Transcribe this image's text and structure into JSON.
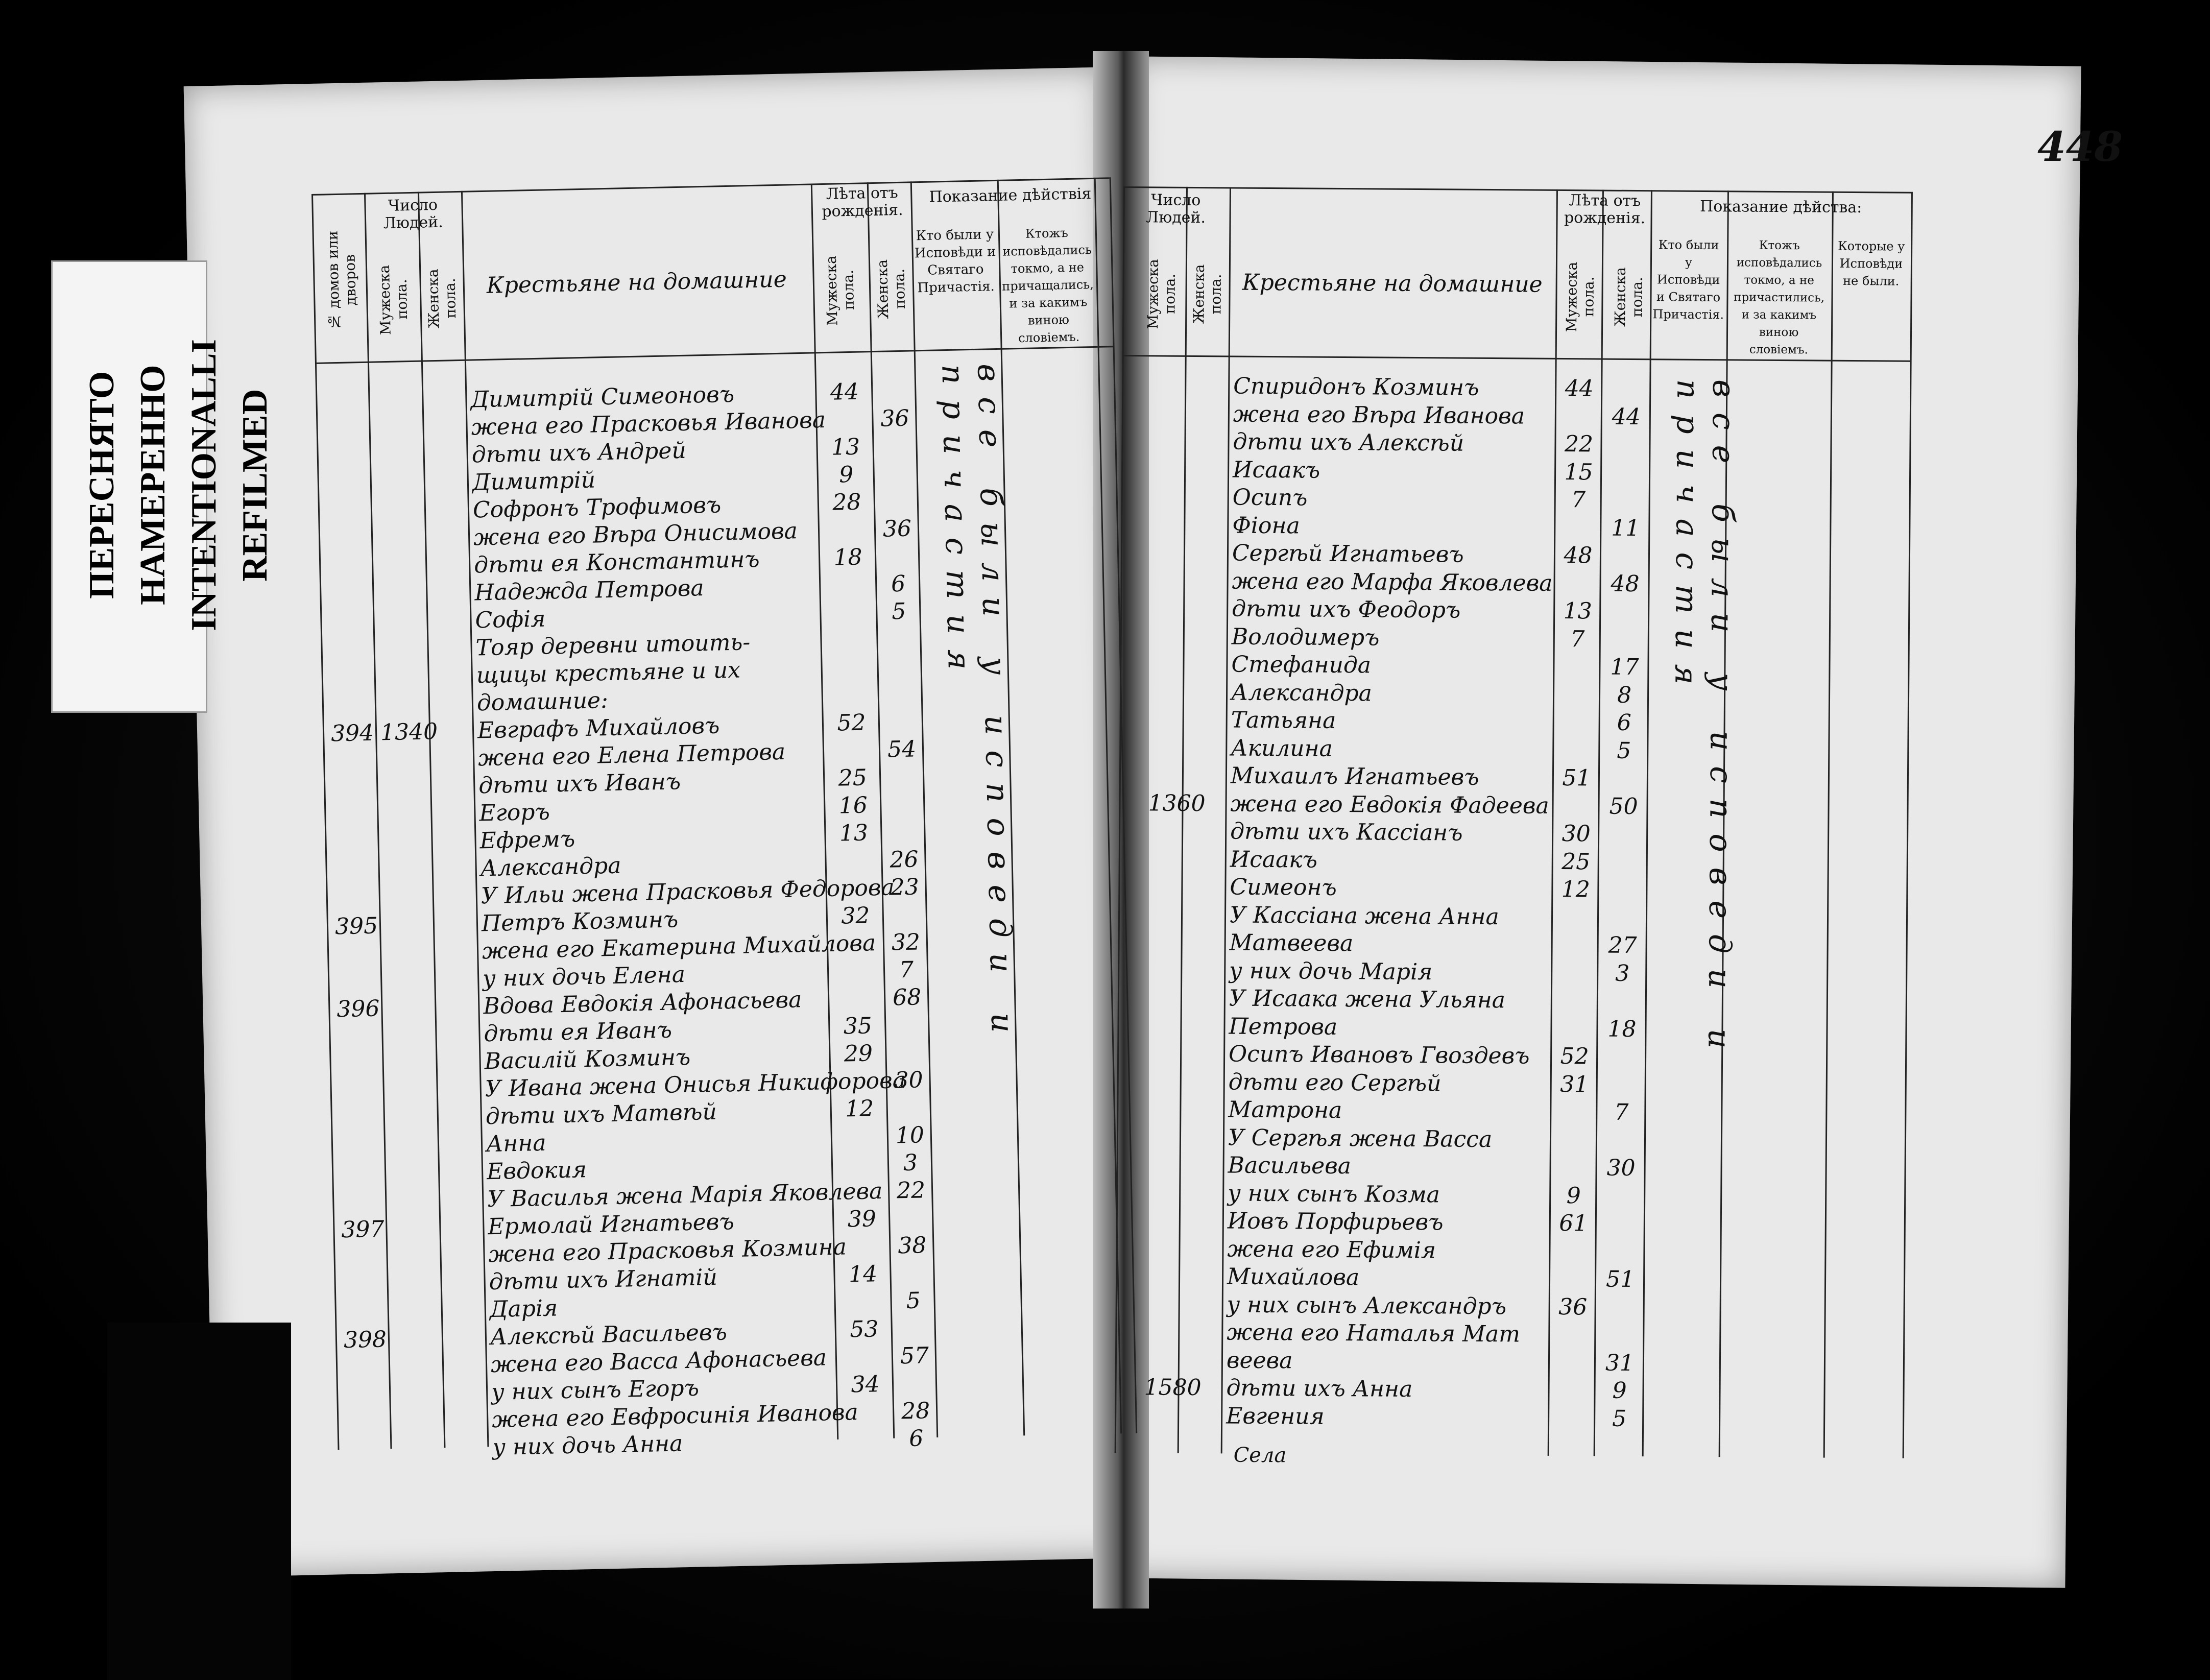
{
  "label": {
    "line1": "ПЕРЕСНЯТО НАМЕРЕННО",
    "line2": "INTENTIONALLI REFILMED"
  },
  "folio": "448",
  "headers": {
    "left": {
      "dvorov": "№ домов или дворов",
      "chislo": "Число",
      "lyudei": "Людей.",
      "muzh": "Мужеска пола.",
      "zhen": "Женска пола.",
      "title": "Крестьяне на домашние",
      "leta": "Лѣта отъ рожденія.",
      "leta_muzh": "Мужеска пола.",
      "leta_zhen": "Женска пола.",
      "pokazanie": "Показание дѣйствія",
      "kto_byli": "Кто были у Исповѣди и Святаго Причастія.",
      "ktozh": "Ктожъ исповѣдались токмо, а не причащались, и за какимъ виною словіемъ."
    },
    "right": {
      "chislo": "Число",
      "lyudei": "Людей.",
      "muzh": "Мужеска пола.",
      "zhen": "Женска пола.",
      "title": "Крестьяне на домашние",
      "leta": "Лѣта отъ рожденія.",
      "leta_muzh": "Мужеска пола.",
      "leta_zhen": "Женска пола.",
      "pokazanie": "Показание дѣйства:",
      "kto_byli": "Кто были у Исповѣди и Святаго Причастія.",
      "ktozh": "Ктожъ исповѣдались токмо, а не причастились, и за какимъ виною словіемъ.",
      "kotorye": "Которые у Исповѣди не были."
    }
  },
  "left_rows": [
    {
      "no": "",
      "dvor": "",
      "name": "Димитрій Симеоновъ",
      "m": "44",
      "f": ""
    },
    {
      "no": "",
      "dvor": "",
      "name": "жена его Прасковья Иванова",
      "m": "",
      "f": "36"
    },
    {
      "no": "",
      "dvor": "",
      "name": "дѣти ихъ Андрей",
      "m": "13",
      "f": ""
    },
    {
      "no": "",
      "dvor": "",
      "name": "Димитрій",
      "m": "9",
      "f": ""
    },
    {
      "no": "",
      "dvor": "",
      "name": "Софронъ Трофимовъ",
      "m": "28",
      "f": ""
    },
    {
      "no": "",
      "dvor": "",
      "name": "жена его Вѣра Онисимова",
      "m": "",
      "f": "36"
    },
    {
      "no": "",
      "dvor": "",
      "name": "дѣти ея Константинъ",
      "m": "18",
      "f": ""
    },
    {
      "no": "",
      "dvor": "",
      "name": "Надежда Петрова",
      "m": "",
      "f": "6"
    },
    {
      "no": "",
      "dvor": "",
      "name": "Софія",
      "m": "",
      "f": "5"
    },
    {
      "no": "",
      "dvor": "",
      "name": "Тояр деревни итоить-",
      "m": "",
      "f": ""
    },
    {
      "no": "",
      "dvor": "",
      "name": "щицы крестьяне и их",
      "m": "",
      "f": ""
    },
    {
      "no": "",
      "dvor": "",
      "name": "домашние:",
      "m": "",
      "f": ""
    },
    {
      "no": "394",
      "dvor": "1340",
      "name": "Евграфъ Михайловъ",
      "m": "52",
      "f": ""
    },
    {
      "no": "",
      "dvor": "",
      "name": "жена его Елена Петрова",
      "m": "",
      "f": "54"
    },
    {
      "no": "",
      "dvor": "",
      "name": "дѣти ихъ Иванъ",
      "m": "25",
      "f": ""
    },
    {
      "no": "",
      "dvor": "",
      "name": "Егоръ",
      "m": "16",
      "f": ""
    },
    {
      "no": "",
      "dvor": "",
      "name": "Ефремъ",
      "m": "13",
      "f": ""
    },
    {
      "no": "",
      "dvor": "",
      "name": "Александра",
      "m": "",
      "f": "26"
    },
    {
      "no": "",
      "dvor": "",
      "name": "У Ильи жена Прасковья Федорова",
      "m": "",
      "f": "23"
    },
    {
      "no": "395",
      "dvor": "",
      "name": "Петръ Козминъ",
      "m": "32",
      "f": ""
    },
    {
      "no": "",
      "dvor": "",
      "name": "жена его Екатерина Михайлова",
      "m": "",
      "f": "32"
    },
    {
      "no": "",
      "dvor": "",
      "name": "у них дочь Елена",
      "m": "",
      "f": "7"
    },
    {
      "no": "396",
      "dvor": "",
      "name": "Вдова Евдокія Афонасьева",
      "m": "",
      "f": "68"
    },
    {
      "no": "",
      "dvor": "",
      "name": "дѣти ея Иванъ",
      "m": "35",
      "f": ""
    },
    {
      "no": "",
      "dvor": "",
      "name": "Василій Козминъ",
      "m": "29",
      "f": ""
    },
    {
      "no": "",
      "dvor": "",
      "name": "У Ивана жена Онисья Никифорова",
      "m": "",
      "f": "30"
    },
    {
      "no": "",
      "dvor": "",
      "name": "дѣти ихъ Матвѣй",
      "m": "12",
      "f": ""
    },
    {
      "no": "",
      "dvor": "",
      "name": "Анна",
      "m": "",
      "f": "10"
    },
    {
      "no": "",
      "dvor": "",
      "name": "Евдокия",
      "m": "",
      "f": "3"
    },
    {
      "no": "",
      "dvor": "",
      "name": "У Василья жена Марія Яковлева",
      "m": "",
      "f": "22"
    },
    {
      "no": "397",
      "dvor": "",
      "name": "Ермолай Игнатьевъ",
      "m": "39",
      "f": ""
    },
    {
      "no": "",
      "dvor": "",
      "name": "жена его Прасковья Козмина",
      "m": "",
      "f": "38"
    },
    {
      "no": "",
      "dvor": "",
      "name": "дѣти ихъ Игнатій",
      "m": "14",
      "f": ""
    },
    {
      "no": "",
      "dvor": "",
      "name": "Дарія",
      "m": "",
      "f": "5"
    },
    {
      "no": "398",
      "dvor": "",
      "name": "Алексѣй Васильевъ",
      "m": "53",
      "f": ""
    },
    {
      "no": "",
      "dvor": "",
      "name": "жена его Васса Афонасьева",
      "m": "",
      "f": "57"
    },
    {
      "no": "",
      "dvor": "",
      "name": "у них сынъ Егоръ",
      "m": "34",
      "f": ""
    },
    {
      "no": "",
      "dvor": "",
      "name": "жена его Евфросинія Иванова",
      "m": "",
      "f": "28"
    },
    {
      "no": "",
      "dvor": "",
      "name": "у них дочь Анна",
      "m": "",
      "f": "6"
    }
  ],
  "right_rows": [
    {
      "no": "",
      "name": "Спиридонъ Козминъ",
      "m": "44",
      "f": ""
    },
    {
      "no": "",
      "name": "жена его Вѣра Иванова",
      "m": "",
      "f": "44"
    },
    {
      "no": "",
      "name": "дѣти ихъ Алексѣй",
      "m": "22",
      "f": ""
    },
    {
      "no": "",
      "name": "Исаакъ",
      "m": "15",
      "f": ""
    },
    {
      "no": "",
      "name": "Осипъ",
      "m": "7",
      "f": ""
    },
    {
      "no": "",
      "name": "Фіона",
      "m": "",
      "f": "11"
    },
    {
      "no": "",
      "name": "Сергѣй Игнатьевъ",
      "m": "48",
      "f": ""
    },
    {
      "no": "",
      "name": "жена его Марфа Яковлева",
      "m": "",
      "f": "48"
    },
    {
      "no": "",
      "name": "дѣти ихъ Феодоръ",
      "m": "13",
      "f": ""
    },
    {
      "no": "",
      "name": "Володимеръ",
      "m": "7",
      "f": ""
    },
    {
      "no": "",
      "name": "Стефанида",
      "m": "",
      "f": "17"
    },
    {
      "no": "",
      "name": "Александра",
      "m": "",
      "f": "8"
    },
    {
      "no": "",
      "name": "Татьяна",
      "m": "",
      "f": "6"
    },
    {
      "no": "",
      "name": "Акилина",
      "m": "",
      "f": "5"
    },
    {
      "no": "",
      "name": "Михаилъ Игнатьевъ",
      "m": "51",
      "f": ""
    },
    {
      "no": "1360",
      "name": "жена его Евдокія Фадеева",
      "m": "",
      "f": "50"
    },
    {
      "no": "",
      "name": "дѣти ихъ Кассіанъ",
      "m": "30",
      "f": ""
    },
    {
      "no": "",
      "name": "Исаакъ",
      "m": "25",
      "f": ""
    },
    {
      "no": "",
      "name": "Симеонъ",
      "m": "12",
      "f": ""
    },
    {
      "no": "",
      "name": "У Кассіана жена Анна",
      "m": "",
      "f": ""
    },
    {
      "no": "",
      "name": "Матвеева",
      "m": "",
      "f": "27"
    },
    {
      "no": "",
      "name": "у них дочь Марія",
      "m": "",
      "f": "3"
    },
    {
      "no": "",
      "name": "У Исаака жена Ульяна",
      "m": "",
      "f": ""
    },
    {
      "no": "",
      "name": "Петрова",
      "m": "",
      "f": "18"
    },
    {
      "no": "",
      "name": "Осипъ Ивановъ Гвоздевъ",
      "m": "52",
      "f": ""
    },
    {
      "no": "",
      "name": "дѣти его Сергѣй",
      "m": "31",
      "f": ""
    },
    {
      "no": "",
      "name": "Матрона",
      "m": "",
      "f": "7"
    },
    {
      "no": "",
      "name": "У Сергѣя жена Васса",
      "m": "",
      "f": ""
    },
    {
      "no": "",
      "name": "Васильева",
      "m": "",
      "f": "30"
    },
    {
      "no": "",
      "name": "у них сынъ Козма",
      "m": "9",
      "f": ""
    },
    {
      "no": "",
      "name": "Иовъ Порфирьевъ",
      "m": "61",
      "f": ""
    },
    {
      "no": "",
      "name": "жена его Ефимія",
      "m": "",
      "f": ""
    },
    {
      "no": "",
      "name": "Михайлова",
      "m": "",
      "f": "51"
    },
    {
      "no": "",
      "name": "у них сынъ Александръ",
      "m": "36",
      "f": ""
    },
    {
      "no": "",
      "name": "жена его Наталья Мат",
      "m": "",
      "f": ""
    },
    {
      "no": "",
      "name": "веева",
      "m": "",
      "f": "31"
    },
    {
      "no": "1580",
      "name": "дѣти ихъ Анна",
      "m": "",
      "f": "9"
    },
    {
      "no": "",
      "name": "Евгения",
      "m": "",
      "f": "5"
    }
  ],
  "right_footer": "Села",
  "left_vertical_note": "все были у исповеди и причастия",
  "right_vertical_note": "все были у исповеди и причастия"
}
